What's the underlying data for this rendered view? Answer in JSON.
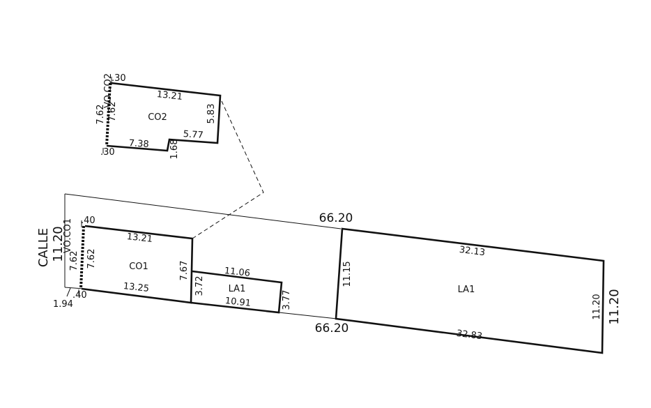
{
  "street": {
    "name": "CALLE",
    "width": "11.20"
  },
  "lot": {
    "top_length": "66.20",
    "bottom_length": "66.20",
    "right_width": "11.20",
    "offset": "1.94"
  },
  "co1": {
    "label": "CO1",
    "vo_label": "VO.CO1",
    "top": "13.21",
    "bottom": "13.25",
    "right": "7.67",
    "left_outer": "7.62",
    "left_inner": "7.62",
    "top_margin": ".40",
    "bottom_margin": ".40"
  },
  "co2": {
    "label": "CO2",
    "vo_label": "VO.CO2",
    "top": "13.21",
    "right": "5.83",
    "step": "5.77",
    "bottom": "7.38",
    "step_height": "1.68",
    "left_outer": "7.62",
    "left_inner": "7.62",
    "top_margin": ".30",
    "bottom_margin": ".30"
  },
  "la1_small": {
    "label": "LA1",
    "top": "11.06",
    "bottom": "10.91",
    "left": "3.72",
    "right": "3.77"
  },
  "la1_large": {
    "label": "LA1",
    "top": "32.13",
    "bottom": "32.83",
    "left": "11.15",
    "right": "11.20"
  }
}
